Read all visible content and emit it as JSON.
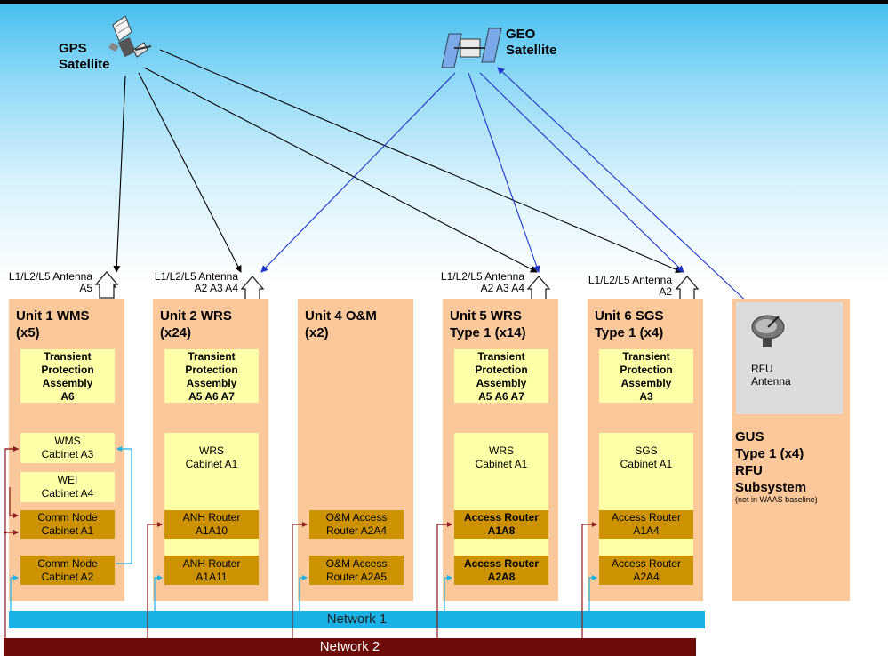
{
  "satellites": {
    "gps": "GPS\nSatellite",
    "geo": "GEO\nSatellite"
  },
  "antennas": [
    {
      "line1": "L1/L2/L5 Antenna",
      "line2": "A5"
    },
    {
      "line1": "L1/L2/L5 Antenna",
      "line2": "A2 A3 A4"
    },
    {
      "line1": "L1/L2/L5 Antenna",
      "line2": "A2 A3 A4"
    },
    {
      "line1": "L1/L2/L5 Antenna",
      "line2": "A2"
    }
  ],
  "units": {
    "u1": {
      "title": "Unit 1 WMS\n(x5)",
      "tpa": "Transient\nProtection\nAssembly\nA6",
      "cab1": "WMS\nCabinet A3",
      "cab2": "WEI\nCabinet A4",
      "rtr1": "Comm Node\nCabinet A1",
      "rtr2": "Comm Node\nCabinet A2"
    },
    "u2": {
      "title": "Unit 2 WRS\n(x24)",
      "tpa": "Transient\nProtection\nAssembly\nA5 A6 A7",
      "cab": "WRS\nCabinet A1",
      "rtr1": "ANH Router\nA1A10",
      "rtr2": "ANH Router\nA1A11"
    },
    "u4": {
      "title": "Unit 4 O&M\n(x2)",
      "rtr1": "O&M Access\nRouter A2A4",
      "rtr2": "O&M Access\nRouter A2A5"
    },
    "u5": {
      "title": "Unit 5 WRS\nType 1 (x14)",
      "tpa": "Transient\nProtection\nAssembly\nA5 A6 A7",
      "cab": "WRS\nCabinet A1",
      "rtr1": "Access Router\nA1A8",
      "rtr2": "Access Router\nA2A8"
    },
    "u6": {
      "title": "Unit 6 SGS\nType 1 (x4)",
      "tpa": "Transient\nProtection\nAssembly\nA3",
      "cab": "SGS\nCabinet A1",
      "rtr1": "Access Router\nA1A4",
      "rtr2": "Access Router\nA2A4"
    }
  },
  "gus": {
    "antenna": "RFU\nAntenna",
    "title": "GUS\nType 1 (x4)\nRFU\nSubsystem",
    "note": "(not in WAAS baseline)"
  },
  "networks": {
    "n1": "Network 1",
    "n2": "Network 2"
  },
  "colors": {
    "unit_bg": "#fbc89b",
    "tpa_bg": "#ffffa8",
    "router_bg": "#cc9200",
    "network1": "#1ab2e6",
    "network2": "#6d0b0b",
    "geo_link": "#1c33c8"
  }
}
